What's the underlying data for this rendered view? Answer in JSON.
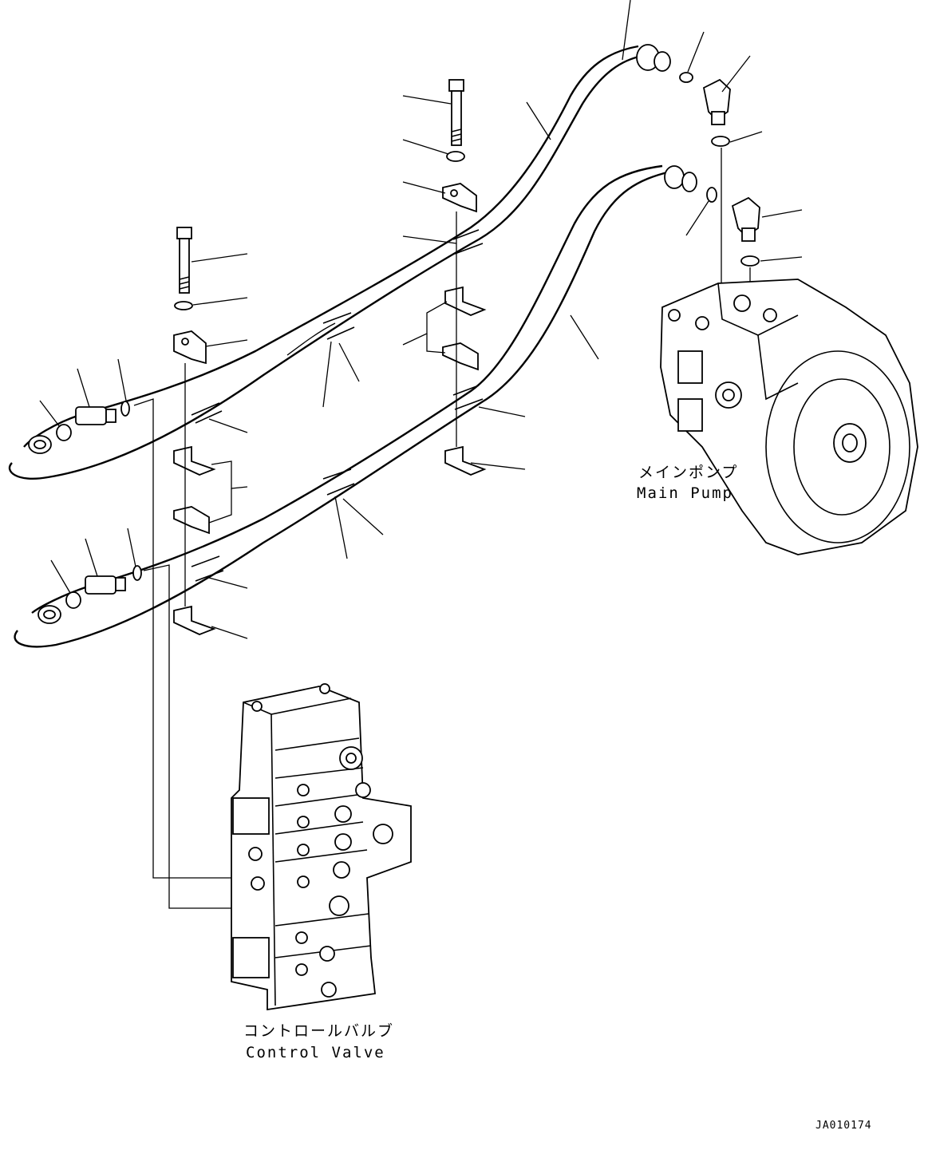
{
  "labels": {
    "main_pump_jp": "メインポンプ",
    "main_pump_en": "Main Pump",
    "control_valve_jp": "コントロールバルブ",
    "control_valve_en": "Control Valve",
    "drawing_code": "JA010174"
  },
  "icons": [
    "hose-icon",
    "elbow-fitting-icon",
    "o-ring-icon",
    "bolt-icon",
    "washer-icon",
    "clamp-icon",
    "pump-icon",
    "valve-icon"
  ]
}
